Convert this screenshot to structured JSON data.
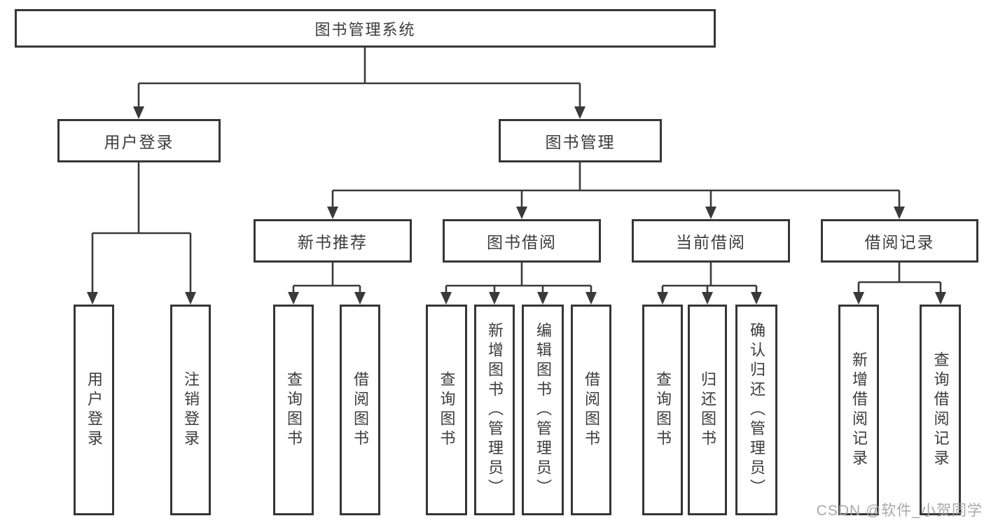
{
  "diagram": {
    "root": {
      "label": "图书管理系统"
    },
    "branches": [
      {
        "label": "用户登录",
        "children": [
          {
            "label": "用户登录"
          },
          {
            "label": "注销登录"
          }
        ]
      },
      {
        "label": "图书管理",
        "children": [
          {
            "label": "新书推荐",
            "children": [
              {
                "label": "查询图书"
              },
              {
                "label": "借阅图书"
              }
            ]
          },
          {
            "label": "图书借阅",
            "children": [
              {
                "label": "查询图书"
              },
              {
                "label": "新增图书（管理员）"
              },
              {
                "label": "编辑图书（管理员）"
              },
              {
                "label": "借阅图书"
              }
            ]
          },
          {
            "label": "当前借阅",
            "children": [
              {
                "label": "查询图书"
              },
              {
                "label": "归还图书"
              },
              {
                "label": "确认归还（管理员）"
              }
            ]
          },
          {
            "label": "借阅记录",
            "children": [
              {
                "label": "新增借阅记录"
              },
              {
                "label": "查询借阅记录"
              }
            ]
          }
        ]
      }
    ]
  },
  "watermark": {
    "text": "CSDN @软件_小贺同学"
  },
  "colors": {
    "line": "#3a3a3a",
    "box_border": "#363636",
    "text": "#3c3c3c",
    "watermark": "#a6a4a2"
  }
}
